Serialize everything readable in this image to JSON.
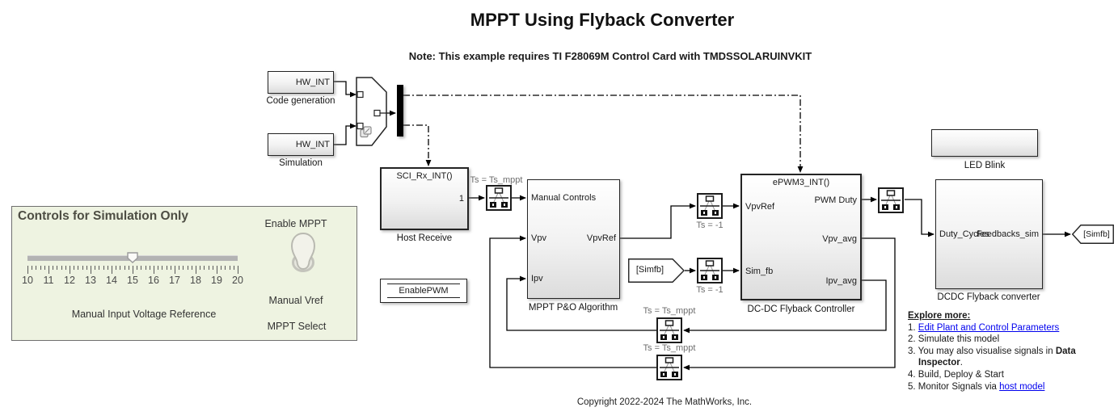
{
  "page": {
    "title": "MPPT Using Flyback Converter",
    "note": "Note: This example requires TI F28069M Control Card with TMDSSOLARUINVKIT",
    "copyright": "Copyright 2022-2024 The MathWorks, Inc."
  },
  "blocks": {
    "hw_int_codegen": {
      "text": "HW_INT",
      "label": "Code generation"
    },
    "hw_int_sim": {
      "text": "HW_INT",
      "label": "Simulation"
    },
    "host_receive": {
      "title": "SCI_Rx_INT()",
      "port_out": "1",
      "label": "Host Receive"
    },
    "mppt": {
      "in1": "Manual Controls",
      "in2": "Vpv",
      "in3": "Ipv",
      "out1": "VpvRef",
      "label": "MPPT P&O Algorithm"
    },
    "dcdc_controller": {
      "title": "ePWM3_INT()",
      "in1": "VpvRef",
      "in2": "Sim_fb",
      "out1": "PWM Duty",
      "out2": "Vpv_avg",
      "out3": "Ipv_avg",
      "label": "DC-DC Flyback Controller"
    },
    "dcdc_converter": {
      "in1": "Duty_Cycles",
      "out1": "Feedbacks_sim",
      "label": "DCDC Flyback converter"
    },
    "led_blink": {
      "label": "LED Blink"
    },
    "enable_pwm": {
      "text": "EnablePWM"
    },
    "from_simfb": {
      "text": "[Simfb]"
    },
    "goto_simfb": {
      "text": "[Simfb]"
    }
  },
  "rate_labels": {
    "rt1": "Ts = Ts_mppt",
    "rt2": "Ts = -1",
    "rt3": "Ts = -1",
    "rt_fb_upper": "Ts = Ts_mppt",
    "rt_fb_lower": "Ts = Ts_mppt"
  },
  "controls_panel": {
    "title": "Controls for Simulation Only",
    "slider": {
      "min": 10,
      "max": 20,
      "value": 15,
      "ticks": [
        "10",
        "11",
        "12",
        "13",
        "14",
        "15",
        "16",
        "17",
        "18",
        "19",
        "20"
      ],
      "label": "Manual Input Voltage Reference"
    },
    "switch": {
      "label": "Enable MPPT"
    },
    "manual_vref_label": "Manual Vref",
    "mppt_select_label": "MPPT Select"
  },
  "explore": {
    "heading": "Explore more:",
    "item1_prefix": "1. ",
    "item1_link": "Edit Plant and Control Parameters",
    "item2": "2. Simulate this model",
    "item3_prefix": "3. You may also visualise signals in ",
    "item3_bold": "Data Inspector",
    "item3_suffix": ".",
    "item4": "4. Build, Deploy & Start",
    "item5_prefix": "5. Monitor Signals via ",
    "item5_link": "host model"
  },
  "icons": {
    "rate_transition": "rate-transition-icon",
    "variant_source": "variant-source-icon",
    "rocker_switch": "rocker-switch",
    "slider_knob": "slider-knob"
  },
  "colors": {
    "note_red": "#e60000",
    "link_blue": "#0000EE",
    "panel_bg": "#eef3e1",
    "rate_label_gray": "#6e6e6e",
    "wire_black": "#000000"
  }
}
